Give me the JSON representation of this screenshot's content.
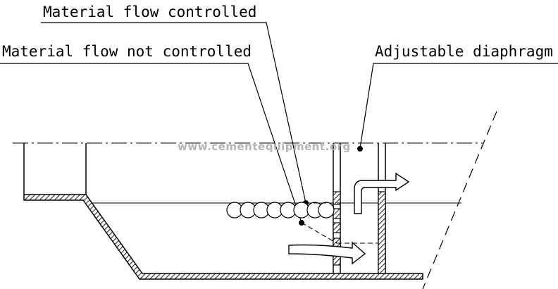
{
  "labels": {
    "flow_controlled": "Material flow controlled",
    "flow_not_controlled": "Material flow not controlled",
    "diaphragm": "Adjustable diaphragm"
  },
  "watermark": "www.cementequipment.org",
  "colors": {
    "line": "#000000",
    "watermark": "#b4b4b4",
    "background": "#ffffff"
  }
}
